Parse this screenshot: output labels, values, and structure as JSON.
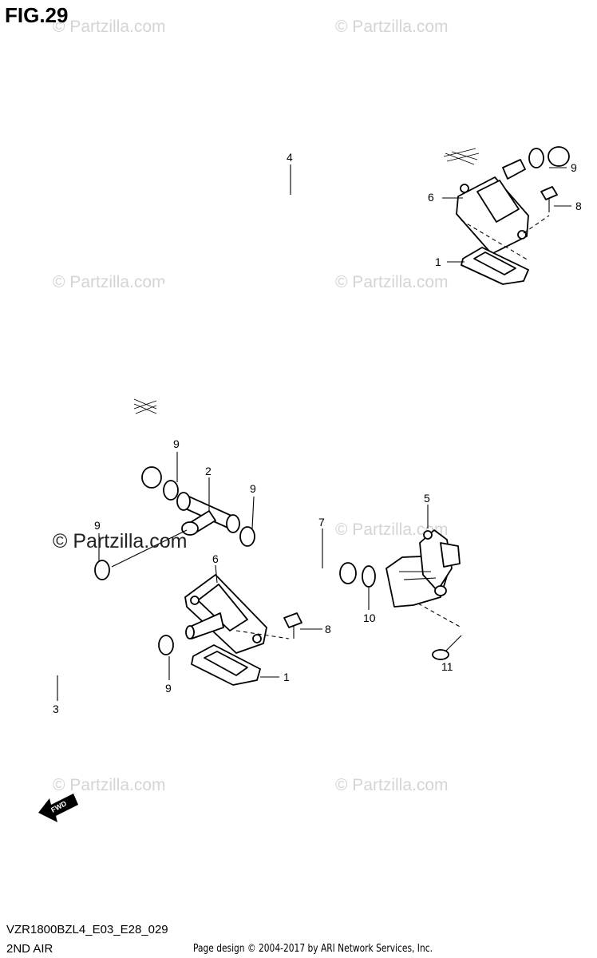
{
  "header": {
    "figure": "FIG.29"
  },
  "footer": {
    "model_code": "VZR1800BZL4_E03_E28_029",
    "section": "2ND AIR",
    "credit": "Page design © 2004-2017 by ARI Network Services, Inc."
  },
  "watermark": {
    "text": "© Partzilla.com"
  },
  "callouts": {
    "c1a": "1",
    "c1b": "1",
    "c2": "2",
    "c3": "3",
    "c4": "4",
    "c5": "5",
    "c6a": "6",
    "c6b": "6",
    "c7": "7",
    "c8a": "8",
    "c8b": "8",
    "c9a": "9",
    "c9b": "9",
    "c9c": "9",
    "c9d": "9",
    "c9e": "9",
    "c10": "10",
    "c11": "11"
  },
  "fwd_arrow": {
    "label": "FWD"
  }
}
